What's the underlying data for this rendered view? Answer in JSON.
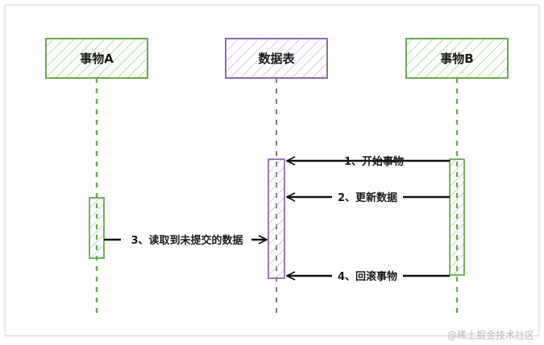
{
  "participants": {
    "a": {
      "label": "事物A"
    },
    "table": {
      "label": "数据表"
    },
    "b": {
      "label": "事物B"
    }
  },
  "messages": {
    "m1": {
      "label": "1、开始事物"
    },
    "m2": {
      "label": "2、更新数据"
    },
    "m3": {
      "label": "3、读取到未提交的数据"
    },
    "m4": {
      "label": "4、回滚事物"
    }
  },
  "watermark": "@稀土掘金技术社区",
  "colors": {
    "green": "#6aa84f",
    "purple": "#8e6bb4",
    "grey": "#777777",
    "black": "#111111"
  }
}
